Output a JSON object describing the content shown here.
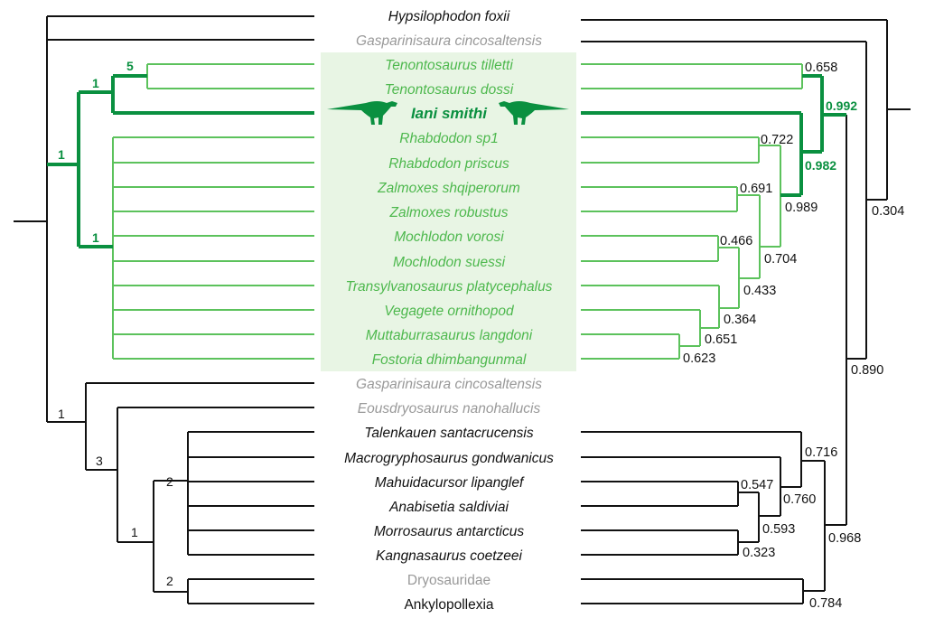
{
  "taxa": [
    {
      "name": "Hypsilophodon foxii",
      "style": "black"
    },
    {
      "name": "Gasparinisaura cincosaltensis",
      "style": "grey"
    },
    {
      "name": "Tenontosaurus tilletti",
      "style": "green"
    },
    {
      "name": "Tenontosaurus dossi",
      "style": "green"
    },
    {
      "name": "Iani smithi",
      "style": "highlight"
    },
    {
      "name": "Rhabdodon sp1",
      "style": "green"
    },
    {
      "name": "Rhabdodon priscus",
      "style": "green"
    },
    {
      "name": "Zalmoxes shqiperorum",
      "style": "green"
    },
    {
      "name": "Zalmoxes robustus",
      "style": "green"
    },
    {
      "name": "Mochlodon vorosi",
      "style": "green"
    },
    {
      "name": "Mochlodon suessi",
      "style": "green"
    },
    {
      "name": "Transylvanosaurus platycephalus",
      "style": "green"
    },
    {
      "name": "Vegagete ornithopod",
      "style": "green"
    },
    {
      "name": "Muttaburrasaurus langdoni",
      "style": "green"
    },
    {
      "name": "Fostoria dhimbangunmal",
      "style": "green"
    },
    {
      "name": "Gasparinisaura cincosaltensis",
      "style": "grey"
    },
    {
      "name": "Eousdryosaurus nanohallucis",
      "style": "grey"
    },
    {
      "name": "Talenkauen santacrucensis",
      "style": "black"
    },
    {
      "name": "Macrogryphosaurus gondwanicus",
      "style": "black"
    },
    {
      "name": "Mahuidacursor lipanglef",
      "style": "black"
    },
    {
      "name": "Anabisetia saldiviai",
      "style": "black"
    },
    {
      "name": "Morrosaurus antarcticus",
      "style": "black"
    },
    {
      "name": "Kangnasaurus coetzeei",
      "style": "black"
    },
    {
      "name": "Dryosauridae",
      "style": "grey-upright"
    },
    {
      "name": "Ankylopollexia",
      "style": "black-upright"
    }
  ],
  "left_tree_support": {
    "green_root": "1",
    "green_upper": "1",
    "tenontosaurus": "5",
    "rhabdodontid": "1",
    "lower_root": "1",
    "lower_a": "3",
    "lower_b": "1",
    "elasmaria": "2",
    "dryo_ankylo": "2"
  },
  "right_tree_posterior": {
    "p0304": "0.304",
    "p0890": "0.890",
    "p0968": "0.968",
    "p0992": "0.992",
    "p0658": "0.658",
    "p0982": "0.982",
    "p0989": "0.989",
    "p0722": "0.722",
    "p0704": "0.704",
    "p0691": "0.691",
    "p0433": "0.433",
    "p0466": "0.466",
    "p0364": "0.364",
    "p0651": "0.651",
    "p0623": "0.623",
    "p0716": "0.716",
    "p0760": "0.760",
    "p0547": "0.547",
    "p0593": "0.593",
    "p0323": "0.323",
    "p0784": "0.784"
  },
  "colors": {
    "dark_green": "#0a9040",
    "light_green": "#5cc25c",
    "highlight_box": "#e8f5e4",
    "grey": "#999999"
  }
}
